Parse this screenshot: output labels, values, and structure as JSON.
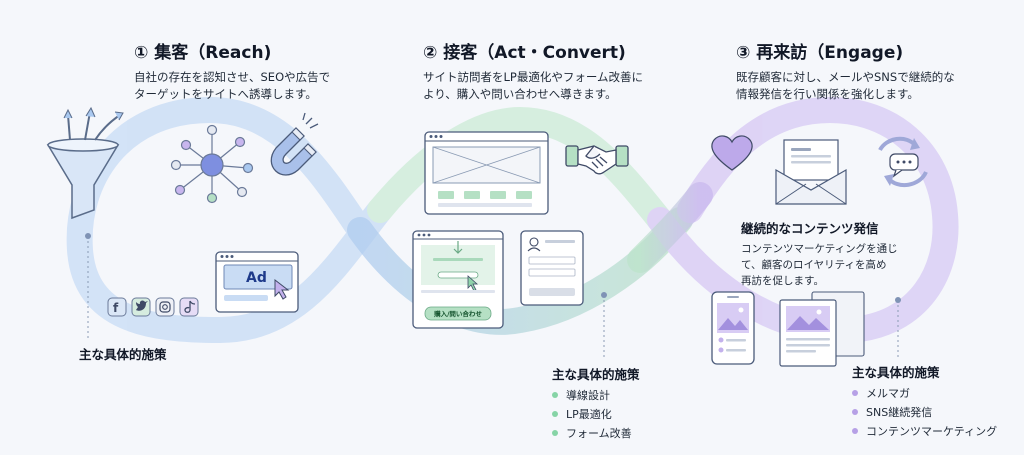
{
  "steps": [
    {
      "title": "① 集客（Reach)",
      "desc_lines": [
        "自社の存在を認知させ、SEOや広告で",
        "ターゲットをサイトへ誘導します。"
      ]
    },
    {
      "title": "② 接客（Act・Convert)",
      "desc_lines": [
        "サイト訪問者をLP最適化やフォーム改善に",
        "より、購入や問い合わせへ導きます。"
      ]
    },
    {
      "title": "③ 再来訪（Engage)",
      "desc_lines": [
        "既存顧客に対し、メールやSNSで継続的な",
        "情報発信を行い関係を強化します。"
      ]
    }
  ],
  "tactics": [
    {
      "heading": "主な具体的施策",
      "items": []
    },
    {
      "heading": "主な具体的施策",
      "items": [
        "導線設計",
        "LP最適化",
        "フォーム改善"
      ]
    },
    {
      "heading": "主な具体的施策",
      "items": [
        "メルマガ",
        "SNS継続発信",
        "コンテンツマーケティング"
      ]
    }
  ],
  "content_section": {
    "title": "継続的なコンテンツ発信",
    "body_lines": [
      "コンテンツマーケティングを通じ",
      "て、顧客のロイヤリティを高め",
      "再訪を促します。"
    ]
  },
  "ad_label": "Ad",
  "cta_label": "購入/問い合わせ",
  "colors": {
    "reach": "#a9c8ef",
    "convert": "#b5e0c4",
    "engage": "#c3b1ec",
    "node": "#7e8fe0"
  },
  "icons": [
    "funnel-icon",
    "network-icon",
    "magnet-icon",
    "ad-browser-icon",
    "facebook-icon",
    "twitter-icon",
    "instagram-icon",
    "tiktok-icon",
    "wireframe-browser-icon",
    "handshake-icon",
    "landing-page-icon",
    "form-icon",
    "heart-icon",
    "envelope-icon",
    "refresh-chat-icon",
    "smartphone-icon",
    "article-icon"
  ]
}
